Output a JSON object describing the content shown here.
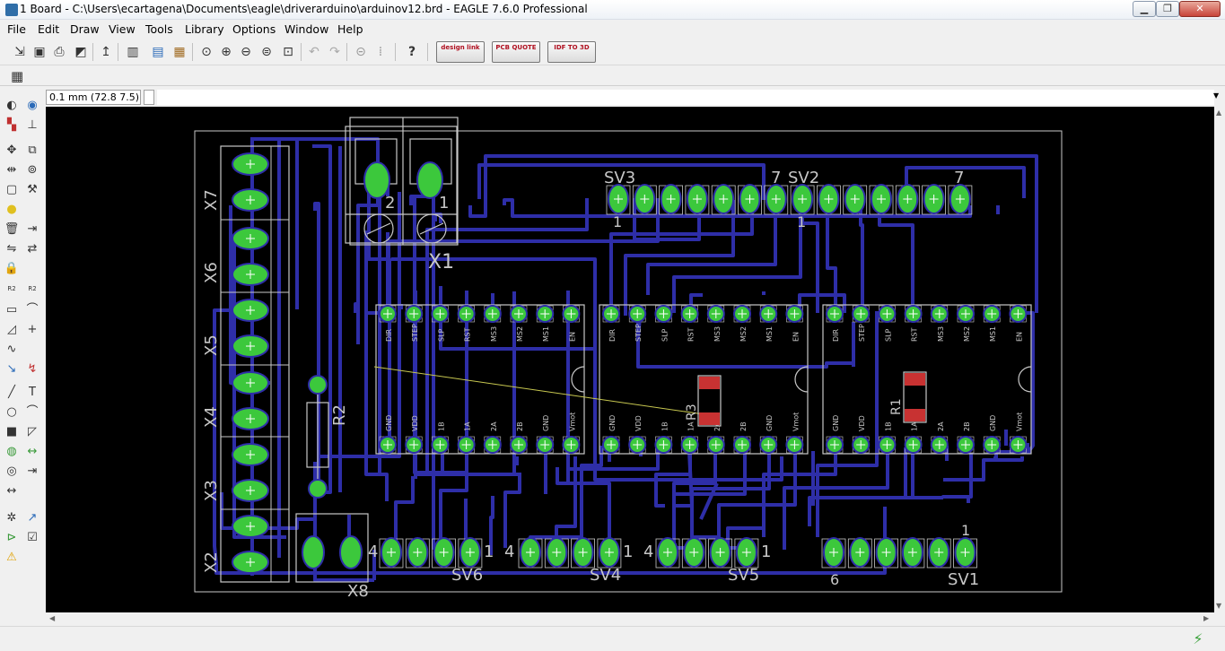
{
  "window": {
    "title": "1 Board - C:\\Users\\ecartagena\\Documents\\eagle\\driverarduino\\arduinov12.brd - EAGLE 7.6.0 Professional",
    "minimize_icon": "minimize-icon",
    "maximize_icon": "maximize-icon",
    "close_icon": "close-icon"
  },
  "menu": {
    "items": [
      {
        "label": "File"
      },
      {
        "label": "Edit"
      },
      {
        "label": "Draw"
      },
      {
        "label": "View"
      },
      {
        "label": "Tools"
      },
      {
        "label": "Library"
      },
      {
        "label": "Options"
      },
      {
        "label": "Window"
      },
      {
        "label": "Help"
      }
    ]
  },
  "toolbar": {
    "help_glyph": "?",
    "design_link": "design link",
    "pcb_quote": "PCB QUOTE",
    "idf_to_3d": "IDF TO 3D"
  },
  "command": {
    "coordinates": "0.1 mm (72.8 7.5)",
    "input_value": ""
  },
  "statusbar": {
    "text": ""
  },
  "board": {
    "colors": {
      "background": "#000000",
      "trace": "#2e2ea8",
      "pad": "#3cc83c",
      "silkscreen": "#c8c8c8",
      "airwire": "#c8c850",
      "smd": "#c83232"
    },
    "connectors": [
      {
        "name": "X7"
      },
      {
        "name": "X6"
      },
      {
        "name": "X5"
      },
      {
        "name": "X4"
      },
      {
        "name": "X3"
      },
      {
        "name": "X2"
      },
      {
        "name": "X1"
      },
      {
        "name": "X8"
      }
    ],
    "headers": {
      "sv3": {
        "name": "SV3",
        "first": "1",
        "last": "7"
      },
      "sv2": {
        "name": "SV2",
        "first": "1",
        "last": "7"
      },
      "sv6": {
        "name": "SV6",
        "first": "4",
        "last": "1"
      },
      "sv4": {
        "name": "SV4",
        "first": "4",
        "last": "1"
      },
      "sv5": {
        "name": "SV5",
        "first": "4",
        "last": "1"
      },
      "sv1": {
        "name": "SV1",
        "first": "1",
        "last": "6"
      }
    },
    "x1_pins": [
      "2",
      "1"
    ],
    "resistors": [
      "R2",
      "R3",
      "R1"
    ],
    "driver_top_pins": [
      "DIR",
      "STEP",
      "SLP",
      "RST",
      "MS3",
      "MS2",
      "MS1",
      "EN"
    ],
    "driver_bottom_pins": [
      "GND",
      "VDD",
      "1B",
      "1A",
      "2A",
      "2B",
      "GND",
      "Vmot"
    ]
  }
}
